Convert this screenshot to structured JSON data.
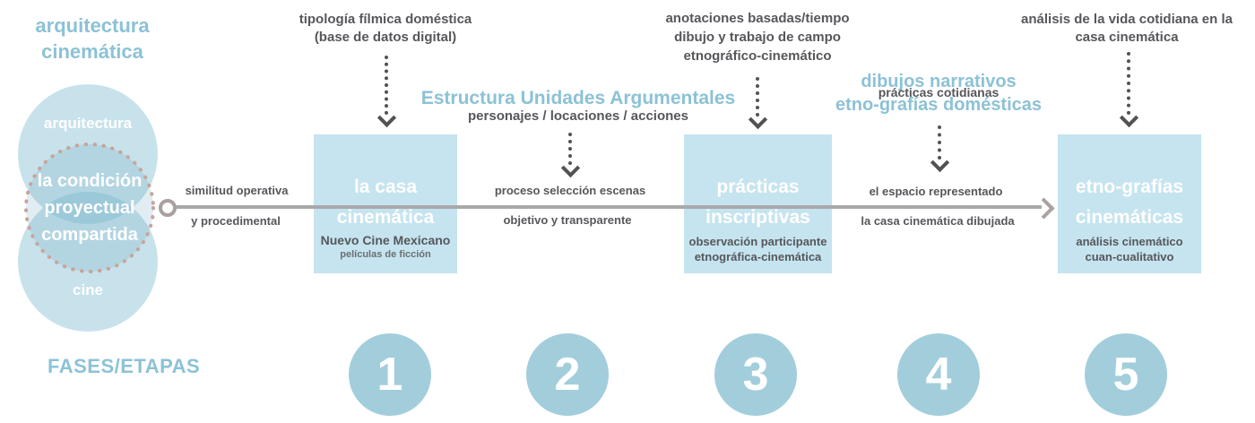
{
  "palette": {
    "accent_blue_text": "#8cc2d5",
    "venn_circle_fill": "#8fc6d8",
    "venn_dash_stroke": "#c9a49b",
    "box_fill": "#c5e4ef",
    "phase_circle_fill": "#a2cedc",
    "dark_text": "#56575b",
    "line_gray": "#a9a9ac"
  },
  "header": {
    "line1": "arquitectura",
    "line2": "cinemática"
  },
  "venn": {
    "top_label": "arquitectura",
    "bottom_label": "cine",
    "center_line1": "la condición",
    "center_line2": "proyectual",
    "center_line3": "compartida"
  },
  "annotations": {
    "a1": {
      "line1": "tipología fílmica doméstica",
      "line2": "(base de datos digital)"
    },
    "a2": {
      "title": "Estructura Unidades Argumentales",
      "subtitle": "personajes / locaciones / acciones"
    },
    "a3": {
      "line1": "anotaciones basadas/tiempo",
      "line2": "dibujo y trabajo de campo",
      "line3": "etnográfico-cinemático"
    },
    "a4": {
      "line1": "dibujos narrativos",
      "overlay": "prácticas cotidianas",
      "line2": "etno-grafías domésticas"
    },
    "a5": {
      "line1": "análisis de la vida cotidiana en la",
      "line2": "casa cinemática"
    }
  },
  "timeline": {
    "segments": [
      {
        "above": "similitud operativa",
        "below": "y procedimental"
      },
      {
        "above": "proceso selección escenas",
        "below": "objetivo y transparente"
      },
      {
        "above": "el espacio representado",
        "below": "la casa cinemática dibujada"
      }
    ]
  },
  "boxes": [
    {
      "title_line1": "la casa",
      "title_line2": "cinemática",
      "sub1": "Nuevo Cine Mexicano",
      "sub2": "películas de ficción"
    },
    {
      "title_line1": "prácticas",
      "title_line2": "inscriptivas",
      "sub1": "observación participante",
      "sub2": "etnográfica-cinemática"
    },
    {
      "title_line1": "etno-grafías",
      "title_line2": "cinemáticas",
      "sub1": "análisis cinemático",
      "sub2": "cuan-cualitativo"
    }
  ],
  "phases": {
    "label": "FASES/ETAPAS",
    "numbers": [
      "1",
      "2",
      "3",
      "4",
      "5"
    ]
  }
}
